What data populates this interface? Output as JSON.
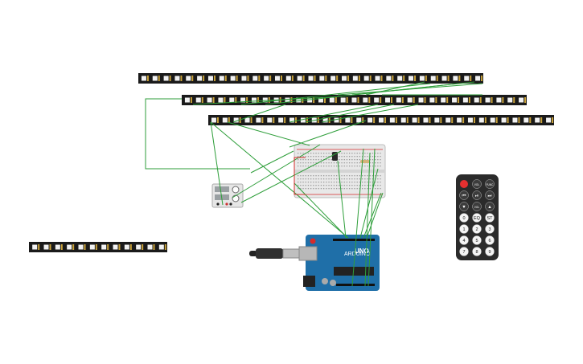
{
  "strips": [
    {
      "id": "strip-1",
      "pixel_count": 31
    },
    {
      "id": "strip-2",
      "pixel_count": 31
    },
    {
      "id": "strip-3",
      "pixel_count": 31
    },
    {
      "id": "strip-4",
      "pixel_count": 12
    }
  ],
  "arduino": {
    "board_text": "UNO",
    "brand_text": "ARDUINO"
  },
  "remote": {
    "power_label": "",
    "buttons": [
      "VOL",
      "FUNC",
      "⏮",
      "⏯",
      "⏭",
      "▼",
      "VOL",
      "▲",
      "0",
      "EQ",
      "ST",
      "1",
      "2",
      "3",
      "4",
      "5",
      "6",
      "7",
      "8",
      "9"
    ]
  },
  "colors": {
    "wire": "#2e9e3a",
    "wire_red": "#d62b2b",
    "strip_body": "#1a1a1a",
    "led": "#f2f2f2",
    "arduino_blue": "#1f6fa8",
    "remote_body": "#2b2b2b",
    "remote_power": "#e53030"
  }
}
